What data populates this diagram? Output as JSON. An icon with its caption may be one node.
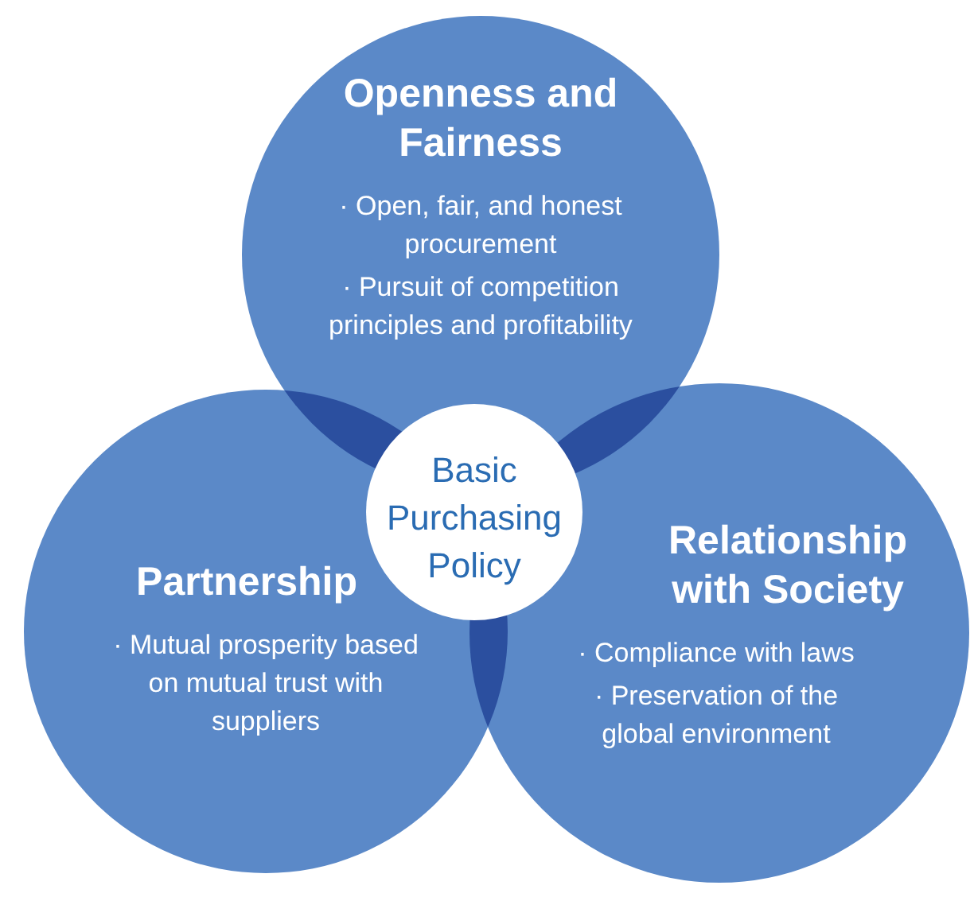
{
  "diagram": {
    "nodes": [
      {
        "text": [
          "Openness and Fairness",
          "· Open, fair, and honest procurement",
          "· Pursuit of competition principles and profitability"
        ]
      },
      {
        "text": [
          "Partnership",
          "· Mutual prosperity based on mutual trust with suppliers"
        ]
      },
      {
        "text": [
          "Relationship with Society",
          "· Compliance with laws",
          "· Preservation of the global environment"
        ]
      },
      {
        "text": [
          "Basic Purchasing Policy"
        ]
      }
    ]
  }
}
